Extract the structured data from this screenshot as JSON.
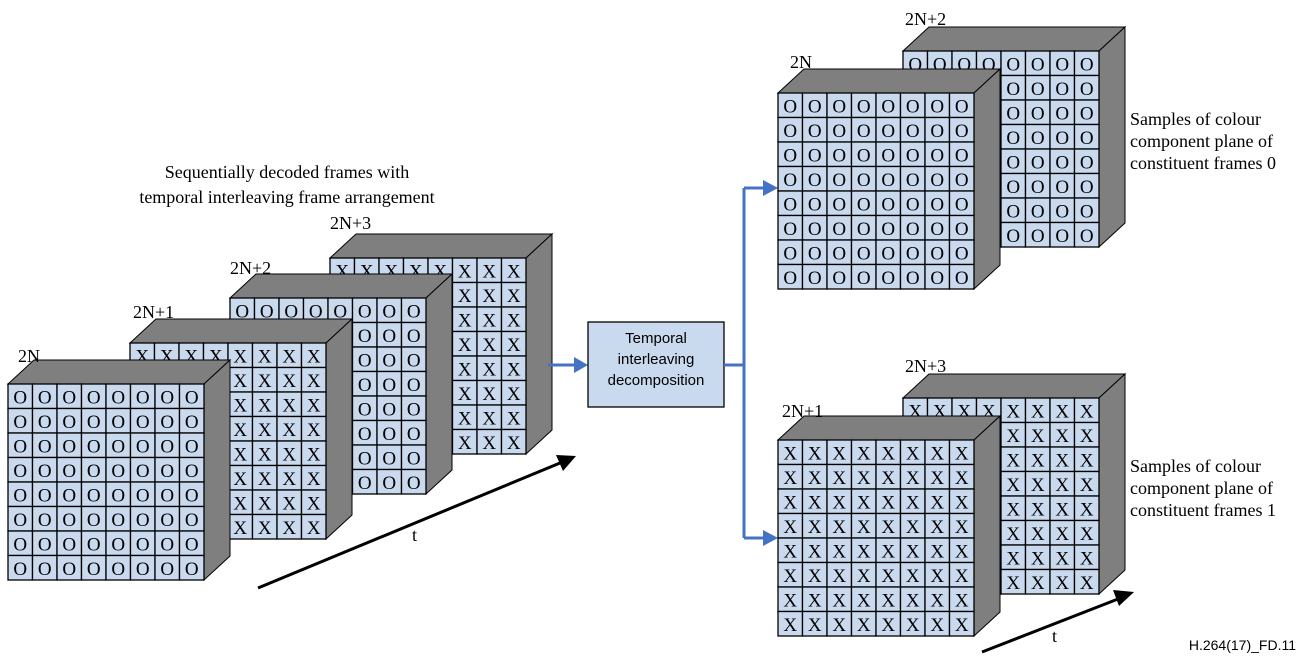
{
  "input_caption": [
    "Sequentially decoded frames with",
    "temporal interleaving frame arrangement"
  ],
  "input_frames": [
    {
      "label": "2N",
      "symbol": "O"
    },
    {
      "label": "2N+1",
      "symbol": "X"
    },
    {
      "label": "2N+2",
      "symbol": "O"
    },
    {
      "label": "2N+3",
      "symbol": "X"
    }
  ],
  "input_time_label": "t",
  "process_box": [
    "Temporal",
    "interleaving",
    "decomposition"
  ],
  "output_top": {
    "frames": [
      {
        "label": "2N",
        "symbol": "O"
      },
      {
        "label": "2N+2",
        "symbol": "O"
      }
    ],
    "caption": [
      "Samples of colour",
      "component plane of",
      "constituent frames 0"
    ]
  },
  "output_bottom": {
    "frames": [
      {
        "label": "2N+1",
        "symbol": "X"
      },
      {
        "label": "2N+3",
        "symbol": "X"
      }
    ],
    "caption": [
      "Samples of colour",
      "component plane of",
      "constituent frames 1"
    ],
    "time_label": "t"
  },
  "figure_id": "H.264(17)_FD.11",
  "colors": {
    "cell_fill": "#c9d9ee",
    "slab_fill": "#7f7f7f",
    "arrow_blue": "#4472c4"
  }
}
